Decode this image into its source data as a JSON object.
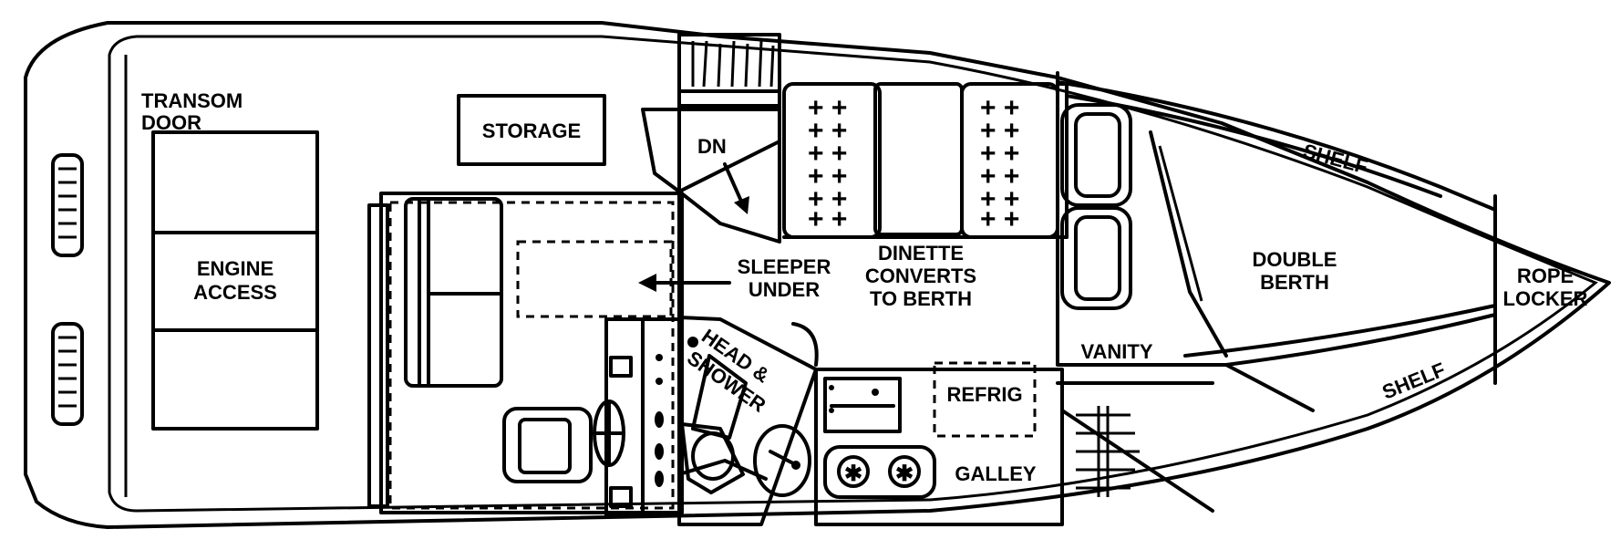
{
  "labels": {
    "transom_door": [
      "TRANSOM",
      "DOOR"
    ],
    "engine_access": [
      "ENGINE",
      "ACCESS"
    ],
    "storage": "STORAGE",
    "dn": "DN",
    "sleeper_under": [
      "SLEEPER",
      "UNDER"
    ],
    "dinette": [
      "DINETTE",
      "CONVERTS",
      "TO BERTH"
    ],
    "double_berth": [
      "DOUBLE",
      "BERTH"
    ],
    "shelf_upper": "SHELF",
    "shelf_lower": "SHELF",
    "rope_locker": [
      "ROPE",
      "LOCKER"
    ],
    "head_shower": [
      "HEAD &",
      "SHOWER"
    ],
    "vanity": "VANITY",
    "refrig": "REFRIG",
    "galley": "GALLEY"
  }
}
